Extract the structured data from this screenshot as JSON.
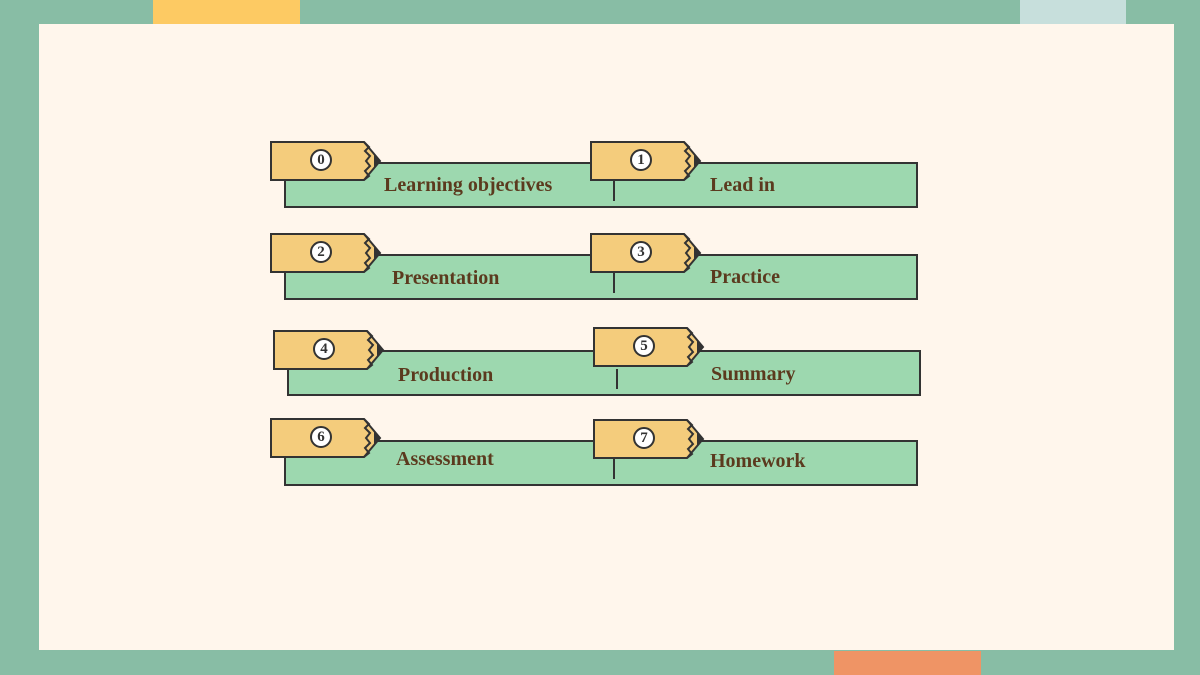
{
  "agenda": {
    "items": [
      {
        "number": "0",
        "label": "Learning objectives"
      },
      {
        "number": "1",
        "label": "Lead in"
      },
      {
        "number": "2",
        "label": "Presentation"
      },
      {
        "number": "3",
        "label": "Practice"
      },
      {
        "number": "4",
        "label": "Production"
      },
      {
        "number": "5",
        "label": "Summary"
      },
      {
        "number": "6",
        "label": "Assessment"
      },
      {
        "number": "7",
        "label": "Homework"
      }
    ]
  },
  "colors": {
    "frame": "#88bda5",
    "panel": "#fff6ec",
    "bar": "#9dd8af",
    "pencil": "#f4cc7c",
    "text": "#5b3a1e",
    "accent_yellow": "#fdca63",
    "accent_blue": "#c7dfdc",
    "accent_orange": "#ef9465"
  },
  "icons": {
    "item_marker": "pencil-icon"
  }
}
